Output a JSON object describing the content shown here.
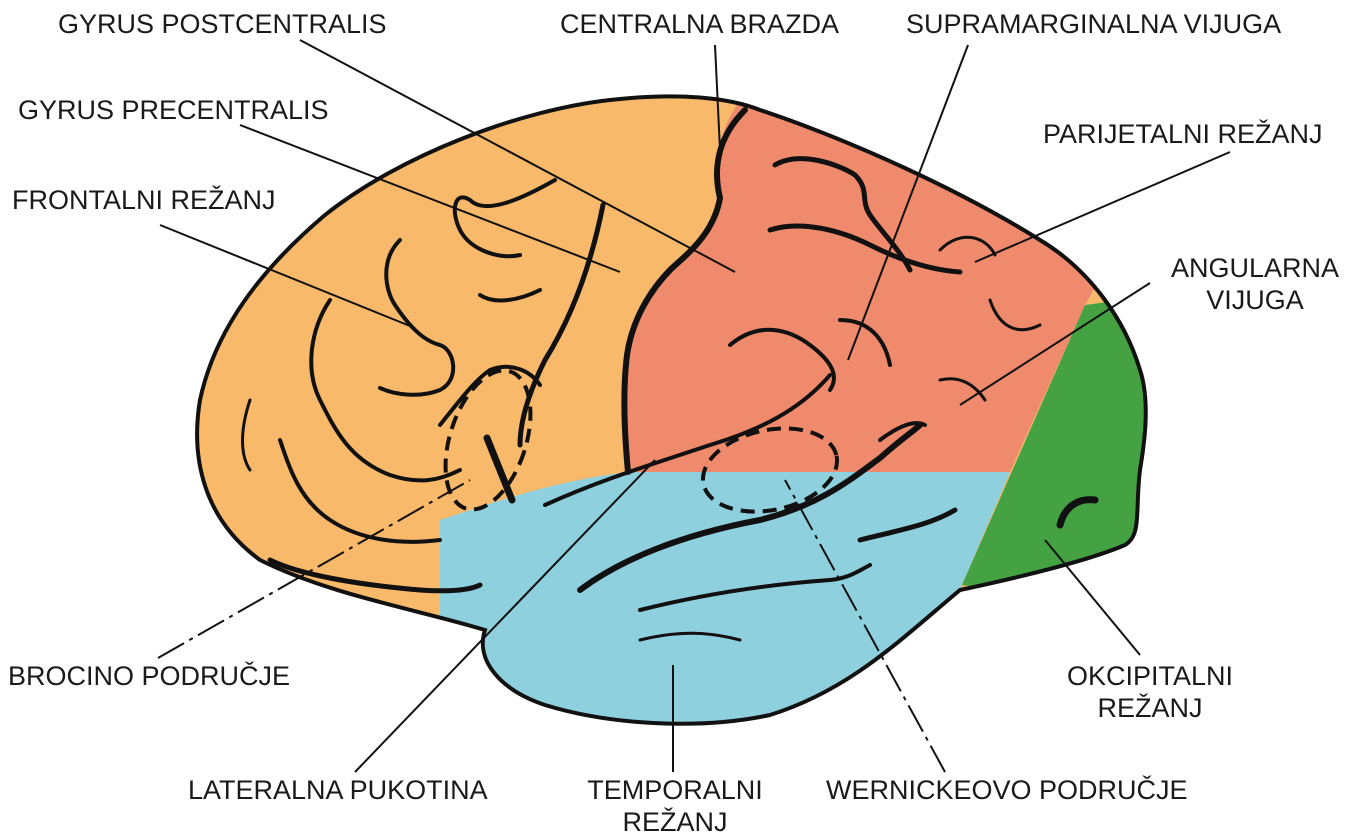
{
  "colors": {
    "frontal": "#f8b96a",
    "parietal": "#ef8a6c",
    "temporal": "#8fd0de",
    "occipital": "#44a243",
    "outline": "#111111",
    "leader": "#111111",
    "background": "#ffffff"
  },
  "labels": {
    "gyrus_postcentralis": "GYRUS POSTCENTRALIS",
    "centralna_brazda": "CENTRALNA BRAZDA",
    "supramarginalna_vijuga": "SUPRAMARGINALNA VIJUGA",
    "gyrus_precentralis": "GYRUS PRECENTRALIS",
    "parijetalni_rezanj": "PARIJETALNI REŽANJ",
    "frontalni_rezanj": "FRONTALNI REŽANJ",
    "angularna_vijuga_1": "ANGULARNA",
    "angularna_vijuga_2": "VIJUGA",
    "brocino_podrucje": "BROCINO PODRUČJE",
    "okcipitalni_rezanj_1": "OKCIPITALNI",
    "okcipitalni_rezanj_2": "REŽANJ",
    "lateralna_pukotina": "LATERALNA PUKOTINA",
    "temporalni_rezanj_1": "TEMPORALNI",
    "temporalni_rezanj_2": "REŽANJ",
    "wernickeovo_podrucje": "WERNICKEOVO PODRUČJE"
  }
}
